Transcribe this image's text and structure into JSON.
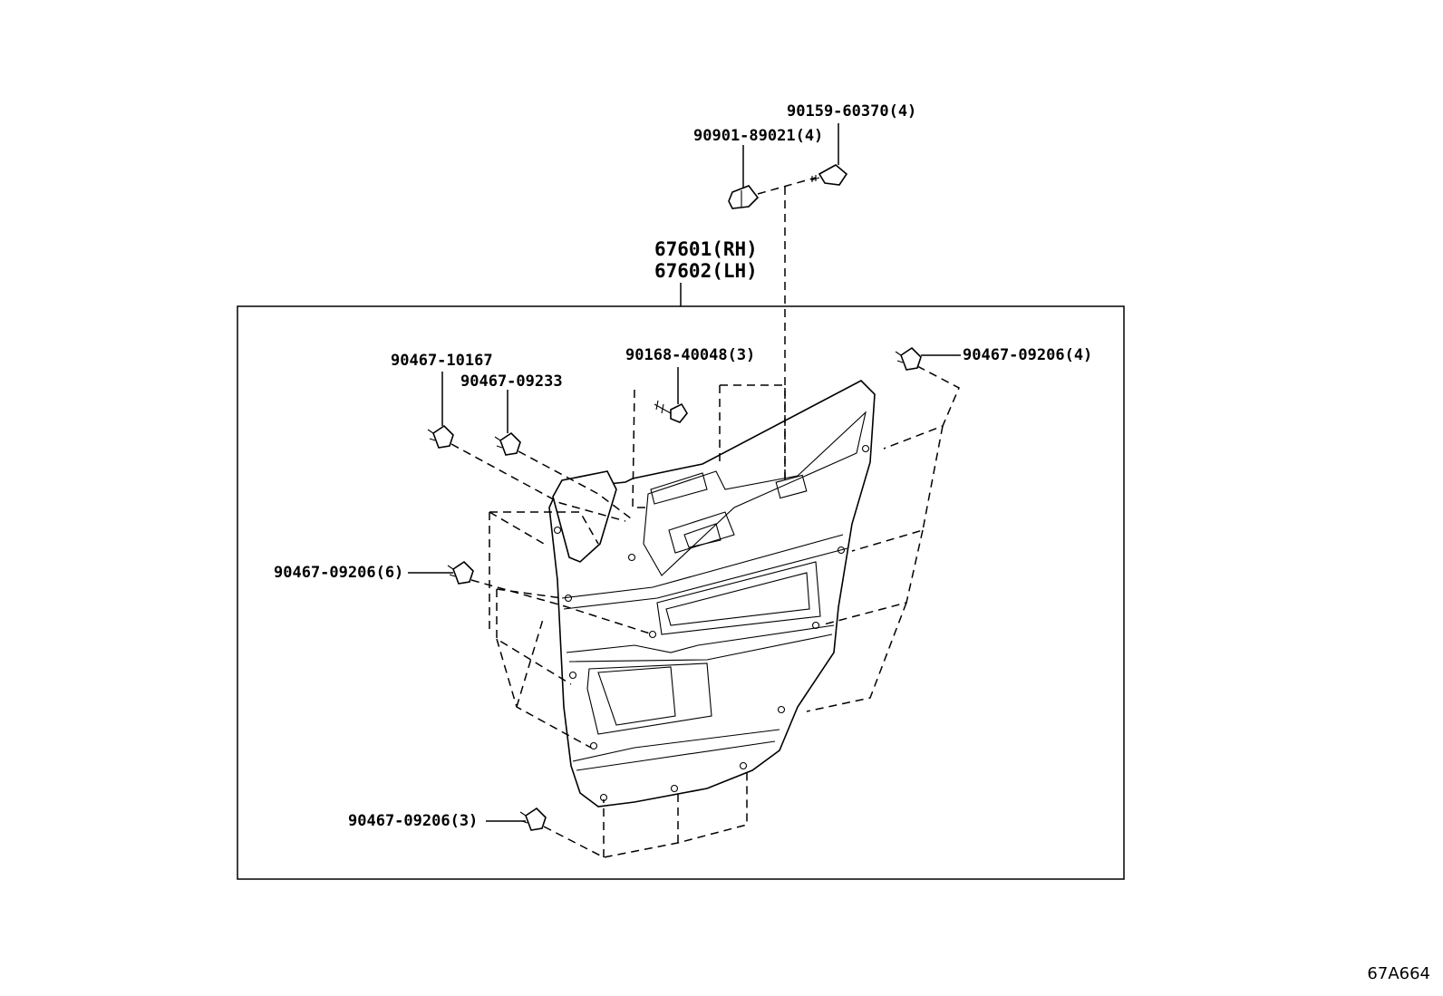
{
  "diagram": {
    "parts": {
      "door_trim_rh": "67601(RH)",
      "door_trim_lh": "67602(LH)",
      "retainer_top": "90159-60370(4)",
      "clip_nut_top": "90901-89021(4)",
      "clip_a": "90467-10167",
      "clip_b": "90467-09233",
      "screw": "90168-40048(3)",
      "clip_right": "90467-09206(4)",
      "clip_left": "90467-09206(6)",
      "clip_bottom": "90467-09206(3)"
    },
    "reference_code": "67A664"
  }
}
